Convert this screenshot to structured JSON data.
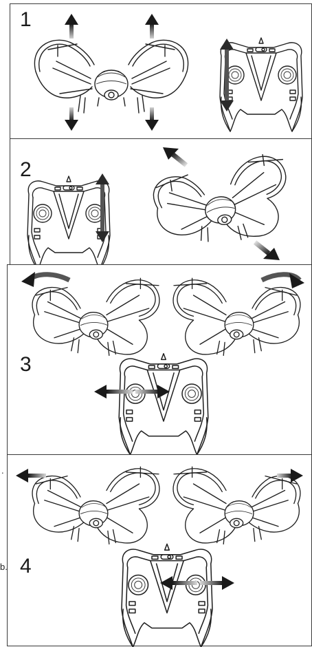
{
  "steps": [
    {
      "number": "1"
    },
    {
      "number": "2"
    },
    {
      "number": "3"
    },
    {
      "number": "4"
    }
  ],
  "margin_marks": {
    "mark_a": ".",
    "mark_b": "b."
  },
  "colors": {
    "line": "#1f1f1f",
    "arrow_dark": "#333333",
    "arrow_light": "#bbbbbb",
    "border": "#3a3a3a"
  },
  "icons": [
    "drone-icon",
    "remote-controller-icon",
    "direction-arrow-icon",
    "rotation-arrow-icon"
  ]
}
